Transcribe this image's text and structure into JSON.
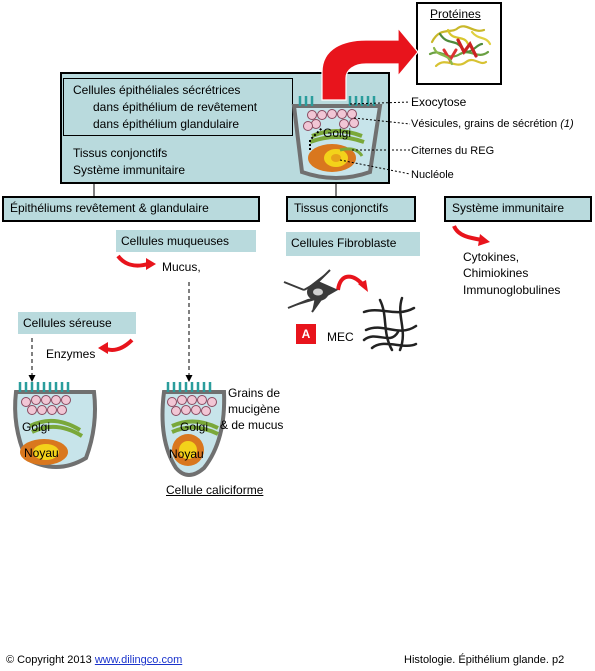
{
  "proteins_box": {
    "title": "Protéines"
  },
  "main_box": {
    "lines": [
      "Cellules épithéliales sécrétrices",
      "dans épithélium de revêtement",
      "dans épithélium glandulaire"
    ],
    "tissues": [
      "Tissus conjonctifs",
      "Système immunitaire"
    ]
  },
  "cell_labels": {
    "exocytose": "Exocytose",
    "vesicules": "Vésicules, grains de sécrétion",
    "vesicules_ref": "(1)",
    "citernes": "Citernes du REG",
    "nucleole": "Nucléole",
    "golgi": "Golgi"
  },
  "categories": {
    "epitheliums": "Épithéliums revêtement & glandulaire",
    "tissus": "Tissus conjonctifs",
    "immunitaire": "Système immunitaire"
  },
  "epith": {
    "muqueuses": "Cellules muqueuses",
    "mucus": "Mucus,",
    "sereuse": "Cellules séreuse",
    "enzymes": "Enzymes",
    "golgi": "Golgi",
    "noyau": "Noyau",
    "grains": [
      "Grains de",
      "mucigène",
      "& de mucus"
    ],
    "caliciforme": "Cellule caliciforme"
  },
  "conj": {
    "fibroblaste": "Cellules Fibroblaste",
    "badge": "A",
    "mec": "MEC"
  },
  "immun": {
    "items": [
      "Cytokines,",
      "Chimiokines",
      "Immunoglobulines"
    ]
  },
  "footer": {
    "copyright": "© Copyright 2013",
    "site": "www.dilingco.com",
    "right": "Histologie. Épithélium glande. p2"
  },
  "colors": {
    "panel": "#b9dadd",
    "arrow_red": "#e8141c",
    "cilia": "#2a9d9c",
    "golgi_green": "#7aa83a",
    "nucleus_orange": "#d9771e",
    "nucleolus_yellow": "#f3d21a",
    "cell_outline": "#707070",
    "cell_fill": "#c7e4ea",
    "vesicle_pink": "#f1c6d5"
  }
}
